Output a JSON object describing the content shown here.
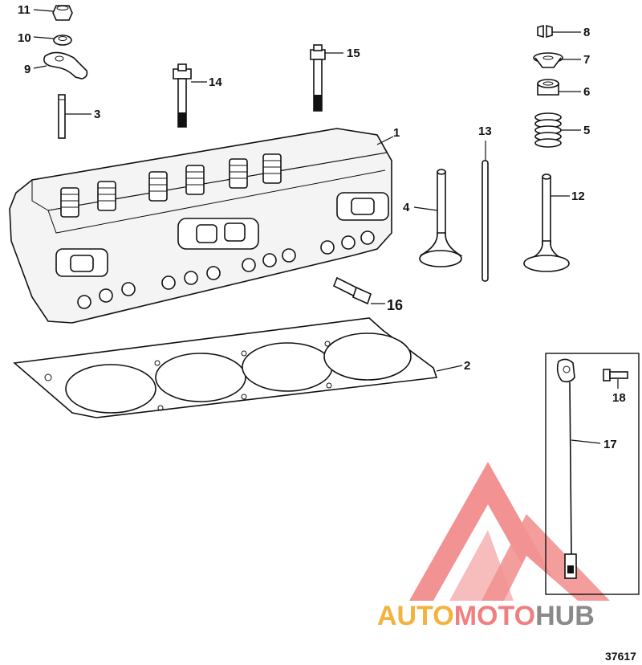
{
  "callouts": {
    "c1": "1",
    "c2": "2",
    "c3": "3",
    "c4": "4",
    "c5": "5",
    "c6": "6",
    "c7": "7",
    "c8": "8",
    "c9": "9",
    "c10": "10",
    "c11": "11",
    "c12": "12",
    "c13": "13",
    "c14": "14",
    "c15": "15",
    "c16": "16",
    "c17": "17",
    "c18": "18"
  },
  "watermark": {
    "part_auto": "AUTO",
    "part_moto": "MOTO",
    "part_hub": "HUB"
  },
  "figure_ref": "37617",
  "colors": {
    "logo_red": "#f07f7f",
    "logo_orange": "#f3b23c",
    "logo_gray": "#8a8a8a",
    "line": "#111111"
  }
}
